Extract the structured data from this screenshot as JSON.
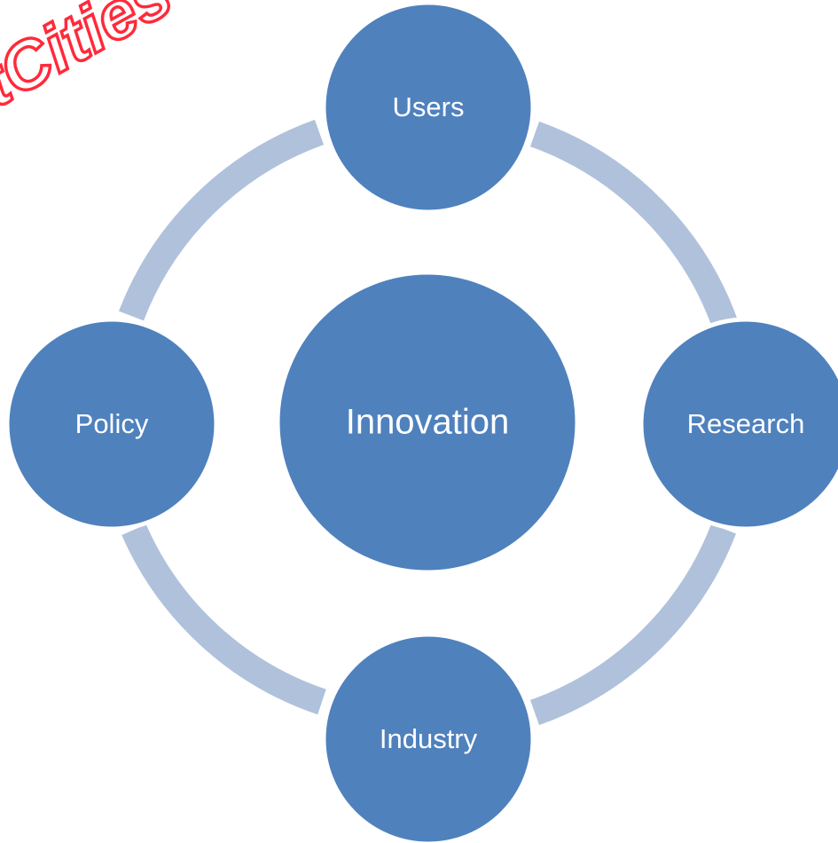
{
  "diagram": {
    "type": "cycle",
    "center": {
      "id": "center",
      "label": "Innovation"
    },
    "nodes": [
      {
        "id": "top",
        "label": "Users"
      },
      {
        "id": "right",
        "label": "Research"
      },
      {
        "id": "bottom",
        "label": "Industry"
      },
      {
        "id": "left",
        "label": "Policy"
      }
    ],
    "colors": {
      "node_fill": "#4f81bd",
      "node_stroke": "#ffffff",
      "ring": "#b0c1dc",
      "label": "#ffffff"
    }
  },
  "watermark": {
    "text": "tCities",
    "color": "#ff2a3a",
    "fill": "#ffffff"
  }
}
